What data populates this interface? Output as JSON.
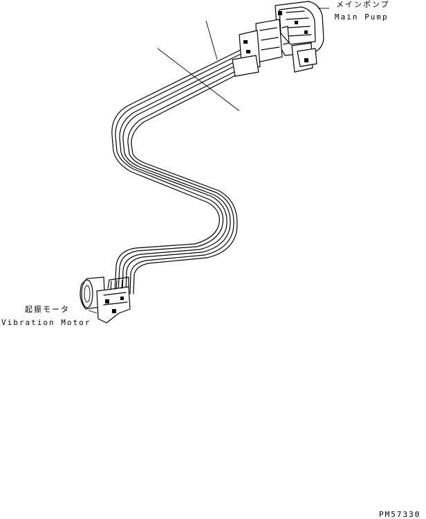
{
  "labels": {
    "main_pump_jp": "メインポンプ",
    "main_pump_en": "Main Pump",
    "vibration_motor_jp": "起振モータ",
    "vibration_motor_en": "Vibration Motor",
    "drawing_number": "PM57330"
  },
  "colors": {
    "line": "#000000",
    "background": "#ffffff"
  }
}
